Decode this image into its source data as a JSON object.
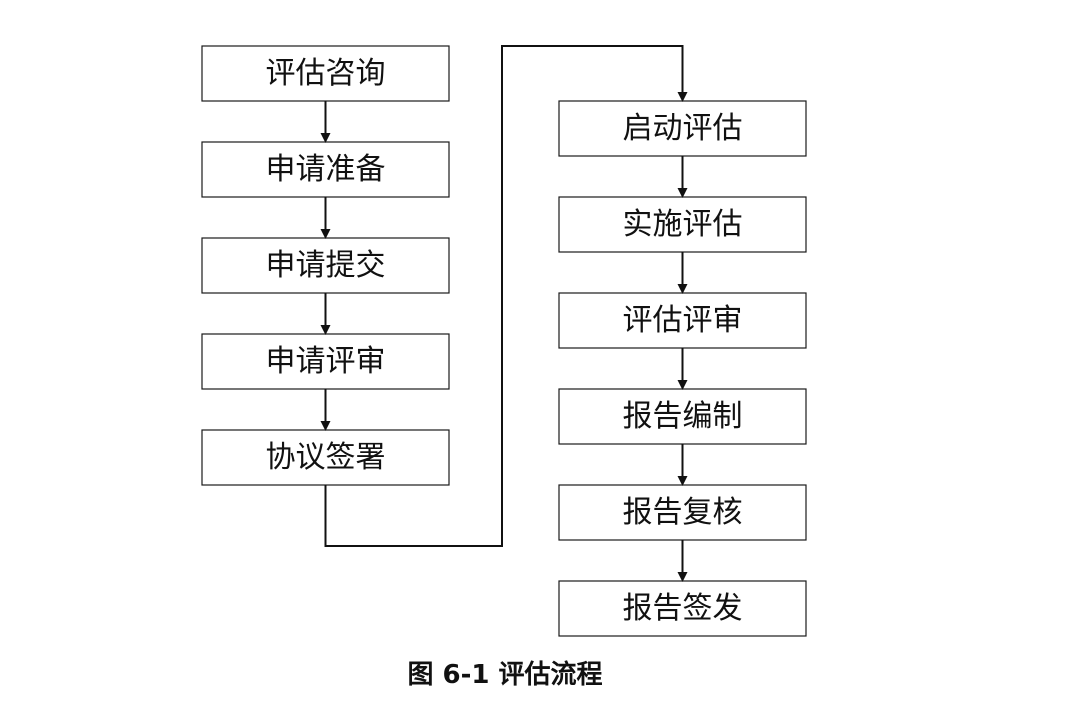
{
  "diagram": {
    "left_column": [
      {
        "id": "consult",
        "label": "评估咨询"
      },
      {
        "id": "prepare",
        "label": "申请准备"
      },
      {
        "id": "submit",
        "label": "申请提交"
      },
      {
        "id": "review",
        "label": "申请评审"
      },
      {
        "id": "sign",
        "label": "协议签署"
      }
    ],
    "right_column": [
      {
        "id": "start",
        "label": "启动评估"
      },
      {
        "id": "implement",
        "label": "实施评估"
      },
      {
        "id": "eval_review",
        "label": "评估评审"
      },
      {
        "id": "report_compile",
        "label": "报告编制"
      },
      {
        "id": "report_check",
        "label": "报告复核"
      },
      {
        "id": "report_issue",
        "label": "报告签发"
      }
    ]
  },
  "caption": "图 6-1  评估流程"
}
